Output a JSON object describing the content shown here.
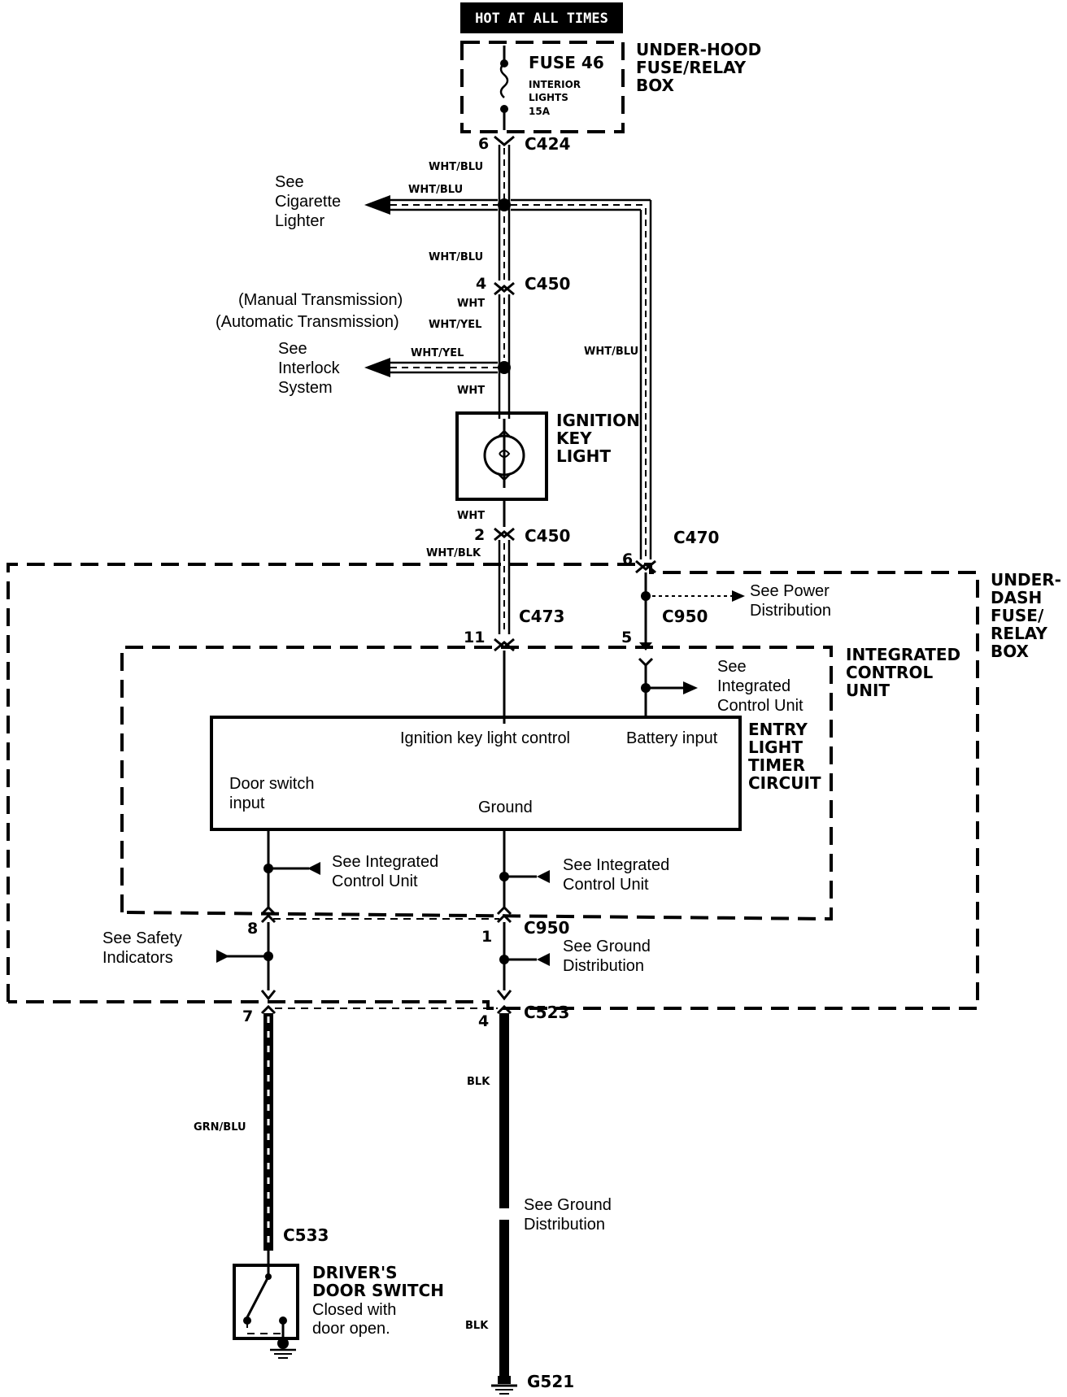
{
  "header": {
    "hot_label": "HOT AT ALL TIMES"
  },
  "fuse_box": {
    "title_line1": "UNDER-HOOD",
    "title_line2": "FUSE/RELAY",
    "title_line3": "BOX",
    "fuse_name": "FUSE 46",
    "fuse_desc_line1": "INTERIOR",
    "fuse_desc_line2": "LIGHTS",
    "fuse_rating": "15A"
  },
  "connectors": {
    "c424": "C424",
    "c424_pin": "6",
    "c450_top": "C450",
    "c450_top_pin": "4",
    "c450_bot": "C450",
    "c450_bot_pin": "2",
    "c470": "C470",
    "c470_pin": "6",
    "c473": "C473",
    "c473_pin": "11",
    "c950_top": "C950",
    "c950_top_pin": "5",
    "c950_bot": "C950",
    "c950_bot_pin_left": "8",
    "c950_bot_pin_right": "1",
    "c523": "C523",
    "c523_pin_left": "7",
    "c523_pin_right": "4",
    "c533": "C533",
    "g521": "G521"
  },
  "wires": {
    "w1": "WHT/BLU",
    "w2": "WHT/BLU",
    "w3": "WHT/BLU",
    "w4": "WHT",
    "w5": "WHT/YEL",
    "w6": "WHT/YEL",
    "w7": "WHT",
    "w8": "WHT",
    "w9": "WHT/BLK",
    "w10": "WHT/BLU",
    "w11": "GRN/BLU",
    "w12": "BLK",
    "w13": "BLK"
  },
  "refs": {
    "cig_line1": "See",
    "cig_line2": "Cigarette",
    "cig_line3": "Lighter",
    "manual": "(Manual Transmission)",
    "automatic": "(Automatic Transmission)",
    "interlock_line1": "See",
    "interlock_line2": "Interlock",
    "interlock_line3": "System",
    "power_line1": "See Power",
    "power_line2": "Distribution",
    "icu_line1": "See",
    "icu_line2": "Integrated",
    "icu_line3": "Control Unit",
    "icu_left_line1": "See  Integrated",
    "icu_left_line2": "Control Unit",
    "icu_right_line1": "See  Integrated",
    "icu_right_line2": "Control Unit",
    "safety_line1": "See Safety",
    "safety_line2": "Indicators",
    "ground_line1": "See Ground",
    "ground_line2": "Distribution",
    "ground2_line1": "See Ground",
    "ground2_line2": "Distribution"
  },
  "ignition_light": {
    "line1": "IGNITION",
    "line2": "KEY",
    "line3": "LIGHT"
  },
  "underdash_box": {
    "line1": "UNDER-",
    "line2": "DASH",
    "line3": "FUSE/",
    "line4": "RELAY",
    "line5": "BOX"
  },
  "icu": {
    "line1": "INTEGRATED",
    "line2": "CONTROL",
    "line3": "UNIT"
  },
  "timer": {
    "line1": "ENTRY",
    "line2": "LIGHT",
    "line3": "TIMER",
    "line4": "CIRCUIT",
    "ign_ctrl": "Ignition key light control",
    "battery": "Battery input",
    "door_line1": "Door switch",
    "door_line2": "input",
    "ground": "Ground"
  },
  "door_switch": {
    "line1": "DRIVER'S",
    "line2": "DOOR SWITCH",
    "line3": "Closed with",
    "line4": "door open."
  }
}
